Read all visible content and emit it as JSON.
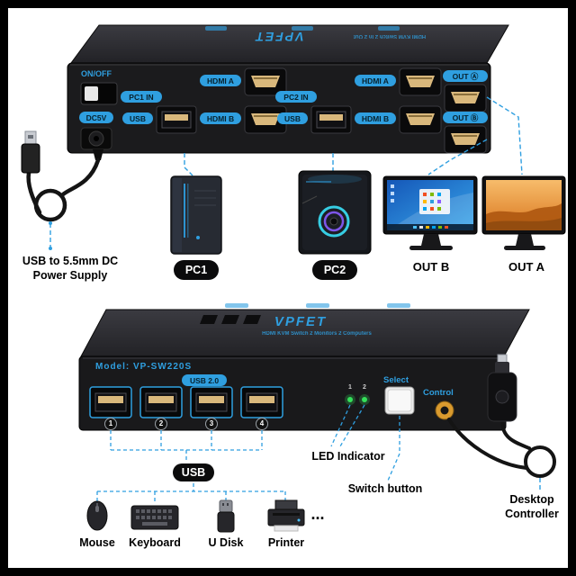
{
  "colors": {
    "accent_blue": "#2f9fe0",
    "port_gold": "#d9b87c",
    "device_black": "#1b1b1d",
    "led_green": "#35e05a",
    "control_orange": "#d99a2e"
  },
  "rear": {
    "brand": "VPFET",
    "tagline": "HDMI KVM Switch 2 In 2 Out",
    "on_off": "ON/OFF",
    "dc": "DC5V",
    "groups": [
      {
        "title": "PC1 IN",
        "usb": "USB",
        "hdmi_a": "HDMI A",
        "hdmi_b": "HDMI B"
      },
      {
        "title": "PC2 IN",
        "usb": "USB",
        "hdmi_a": "HDMI A",
        "hdmi_b": "HDMI B"
      }
    ],
    "out_a": "OUT Ⓐ",
    "out_b": "OUT Ⓑ"
  },
  "power_callout": {
    "label": "USB to 5.5mm DC\nPower Supply"
  },
  "computers": [
    {
      "badge": "PC1"
    },
    {
      "badge": "PC2"
    }
  ],
  "monitors": [
    {
      "label": "OUT B"
    },
    {
      "label": "OUT A"
    }
  ],
  "front": {
    "brand": "VPFET",
    "tagline": "HDMI KVM Switch 2 Monitors 2 Computers",
    "model": "Model: VP-SW220S",
    "usb_badge": "USB 2.0",
    "ports": [
      "1",
      "2",
      "3",
      "4"
    ],
    "leds": [
      "1",
      "2"
    ],
    "select_label": "Select",
    "control_label": "Control"
  },
  "callouts": {
    "usb": "USB",
    "led": "LED Indicator",
    "switch_button": "Switch button",
    "controller": "Desktop Controller",
    "more": "..."
  },
  "peripherals": [
    {
      "label": "Mouse"
    },
    {
      "label": "Keyboard"
    },
    {
      "label": "U Disk"
    },
    {
      "label": "Printer"
    }
  ]
}
